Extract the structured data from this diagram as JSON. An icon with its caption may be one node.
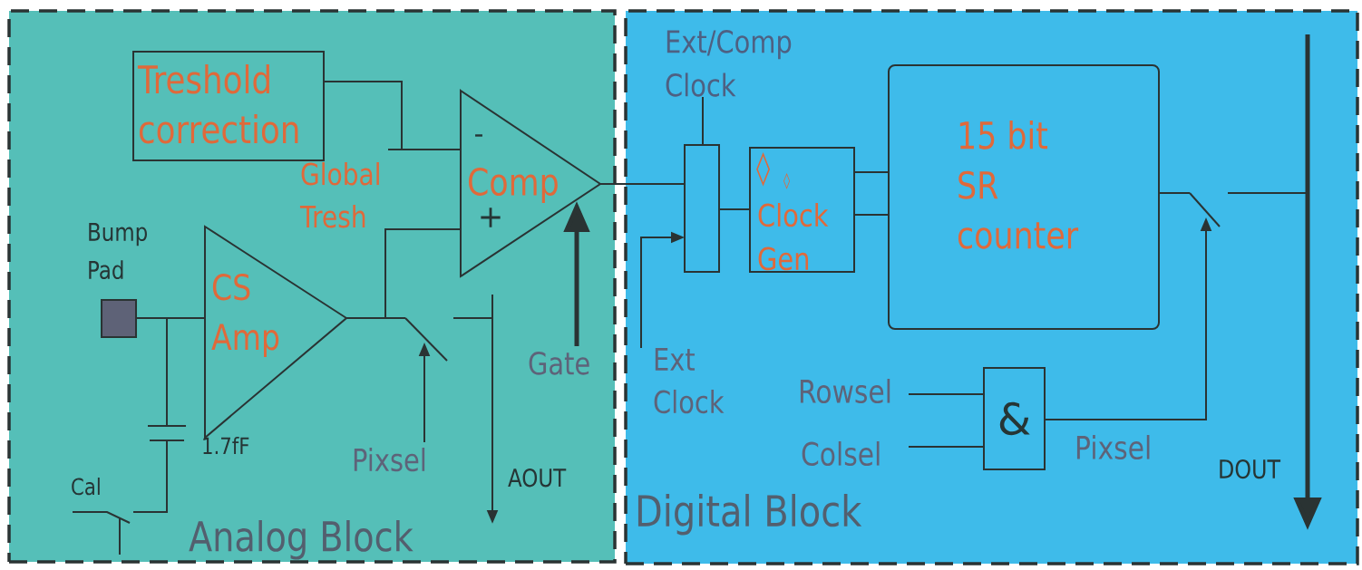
{
  "diagram": {
    "nodes": [
      {
        "text": [
          "Analog Block"
        ]
      },
      {
        "text": [
          "Treshold correction"
        ],
        "in": 0
      },
      {
        "text": [
          "-",
          "Comp",
          "+"
        ],
        "in": 0
      },
      {
        "text": [
          "Bump Pad"
        ],
        "in": 0
      },
      {
        "text": [
          "CS Amp"
        ],
        "in": 0
      },
      {
        "text": [],
        "shape": "capacitor",
        "in": 0
      },
      {
        "text": [],
        "shape": "switch",
        "beside": [
          "Cal"
        ],
        "in": 0
      },
      {
        "text": [],
        "shape": "switch",
        "in": 0
      },
      {
        "text": [
          "Pixsel"
        ],
        "in": 0
      },
      {
        "text": [
          "Gate"
        ],
        "in": 0
      },
      {
        "text": [
          "Digital Block"
        ]
      },
      {
        "text": [
          "Ext/Comp Clock"
        ],
        "in": 10
      },
      {
        "text": [],
        "shape": "box",
        "in": 10
      },
      {
        "text": [
          "Ext Clock"
        ],
        "in": 10
      },
      {
        "text": [
          "◊",
          "◊",
          "Clock Gen"
        ],
        "in": 10
      },
      {
        "text": [
          "15 bit SR counter"
        ],
        "in": 10
      },
      {
        "text": [],
        "shape": "switch",
        "in": 10
      },
      {
        "text": [],
        "shape": "bar",
        "beside": [
          "DOUT"
        ],
        "in": 10
      },
      {
        "text": [
          "Rowsel"
        ],
        "in": 10
      },
      {
        "text": [
          "Colsel"
        ],
        "in": 10
      },
      {
        "text": [
          "&"
        ],
        "in": 10
      }
    ],
    "edges": [
      {
        "from": 1,
        "to": 2,
        "arrow": "none"
      },
      {
        "from": 3,
        "to": 4,
        "arrow": "none"
      },
      {
        "from": 3,
        "to": 5,
        "arrow": "none"
      },
      {
        "from": 5,
        "to": 6,
        "arrow": "none"
      },
      {
        "from": 4,
        "to": 7,
        "arrow": "none"
      },
      {
        "from": 4,
        "to": 2,
        "arrow": "none"
      },
      {
        "from": 8,
        "to": 7,
        "arrow": "to"
      },
      {
        "from": 7,
        "to": null,
        "arrow": "to"
      },
      {
        "from": 9,
        "to": 2,
        "arrow": "to",
        "style": "thick"
      },
      {
        "from": 2,
        "to": 12,
        "arrow": "none"
      },
      {
        "from": 11,
        "to": 12,
        "arrow": "none"
      },
      {
        "from": 13,
        "to": 12,
        "arrow": "to"
      },
      {
        "from": 12,
        "to": 14,
        "arrow": "none"
      },
      {
        "from": 14,
        "to": 15,
        "arrow": "none"
      },
      {
        "from": 14,
        "to": 15,
        "arrow": "none"
      },
      {
        "from": 15,
        "to": 16,
        "arrow": "none"
      },
      {
        "from": 16,
        "to": 17,
        "arrow": "none"
      },
      {
        "from": 18,
        "to": 20,
        "arrow": "none"
      },
      {
        "from": 19,
        "to": 20,
        "arrow": "none"
      },
      {
        "from": 20,
        "to": 16,
        "arrow": "to",
        "label": "Pixsel"
      }
    ],
    "labels": [
      "Global Tresh",
      "1.7fF",
      "AOUT"
    ]
  }
}
